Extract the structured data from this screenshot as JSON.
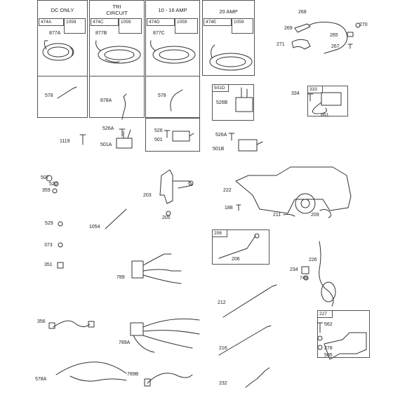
{
  "headers": {
    "dc_only": "DC ONLY",
    "tri_circuit_line1": "TRI",
    "tri_circuit_line2": "CIRCUIT",
    "amp_10_16": "10 - 16 AMP",
    "amp_20": "20 AMP"
  },
  "cells": {
    "c474A": "474A",
    "c1059a": "1059",
    "c474C": "474C",
    "c1059b": "1059",
    "c474D": "474D",
    "c1059c": "1059",
    "c474E": "474E",
    "c1059d": "1059",
    "c501D": "501D",
    "c333": "333",
    "c208": "208",
    "c227": "227"
  },
  "parts": {
    "p877A": "877A",
    "p877B": "877B",
    "p877C": "877C",
    "p578a": "578",
    "p878A": "878A",
    "p578b": "578",
    "p526B": "526B",
    "p334": "334",
    "p851": "851",
    "p1119": "1119",
    "p526A": "526A",
    "p501A": "501A",
    "p526": "526",
    "p501": "501",
    "p526Ab": "526A",
    "p501B": "501B",
    "p268": "268",
    "p269": "269",
    "p270": "270",
    "p271": "271",
    "p265": "265",
    "p267": "267",
    "p507": "507",
    "p520": "520",
    "p359": "359",
    "p203": "203",
    "p222": "222",
    "p188": "188",
    "p211": "211",
    "p209": "209",
    "p529": "529",
    "p1054": "1054",
    "p205": "205",
    "p206": "206",
    "p226": "226",
    "p234": "234",
    "p748": "748",
    "p373": "373",
    "p351": "351",
    "p789": "789",
    "p212": "212",
    "p356": "356",
    "p789A": "789A",
    "p562": "562",
    "p278": "278",
    "p505": "505",
    "p216": "216",
    "p578A": "578A",
    "p789B": "789B",
    "p232": "232"
  }
}
